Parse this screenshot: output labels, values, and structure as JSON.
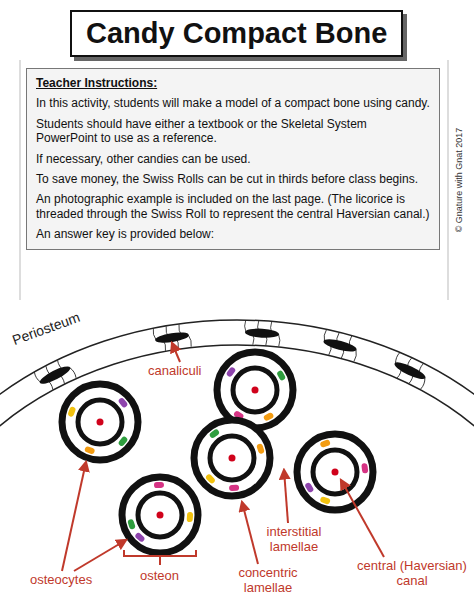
{
  "diagram": {
    "title": "Candy Compact Bone",
    "nodes": [
      {
        "text": [
          "Teacher Instructions:",
          "In this activity, students will make a model of a compact bone using candy.",
          "Students should have either a textbook or the Skeletal System PowerPoint to use as a reference.",
          "If necessary, other candies can be used.",
          "To save money, the Swiss Rolls can be cut in thirds before class begins.",
          "An photographic example is included on the last page. (The licorice is threaded through the Swiss Roll to represent the central Haversian canal.)",
          "An answer key is provided below:"
        ]
      }
    ],
    "labels": [
      "© Gnature with Gnat 2017",
      "Periosteum",
      "canaliculi",
      "osteocytes",
      "osteon",
      "concentric lamellae",
      "interstitial lamellae",
      "central (Haversian) canal"
    ]
  }
}
